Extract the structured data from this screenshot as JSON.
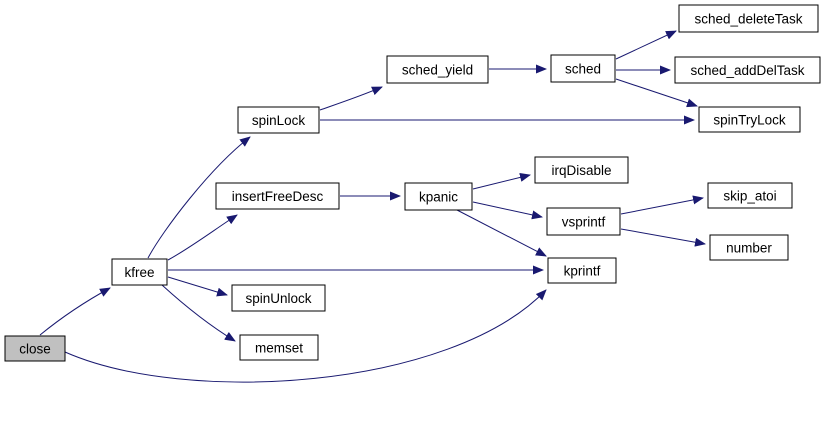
{
  "diagram": {
    "kind": "call-graph",
    "root_function": "close"
  },
  "colors": {
    "background": "#ffffff",
    "edge": "#191970",
    "node_fill": "#ffffff",
    "node_border": "#000000",
    "highlight_fill": "#c0c0c0",
    "text": "#000000"
  },
  "nodes": [
    {
      "id": "close",
      "label": "close",
      "highlighted": true
    },
    {
      "id": "kfree",
      "label": "kfree",
      "highlighted": false
    },
    {
      "id": "spinLock",
      "label": "spinLock",
      "highlighted": false
    },
    {
      "id": "insertFreeDesc",
      "label": "insertFreeDesc",
      "highlighted": false
    },
    {
      "id": "spinUnlock",
      "label": "spinUnlock",
      "highlighted": false
    },
    {
      "id": "memset",
      "label": "memset",
      "highlighted": false
    },
    {
      "id": "sched_yield",
      "label": "sched_yield",
      "highlighted": false
    },
    {
      "id": "sched",
      "label": "sched",
      "highlighted": false
    },
    {
      "id": "kpanic",
      "label": "kpanic",
      "highlighted": false
    },
    {
      "id": "irqDisable",
      "label": "irqDisable",
      "highlighted": false
    },
    {
      "id": "vsprintf",
      "label": "vsprintf",
      "highlighted": false
    },
    {
      "id": "kprintf",
      "label": "kprintf",
      "highlighted": false
    },
    {
      "id": "skip_atoi",
      "label": "skip_atoi",
      "highlighted": false
    },
    {
      "id": "number",
      "label": "number",
      "highlighted": false
    },
    {
      "id": "sched_deleteTask",
      "label": "sched_deleteTask",
      "highlighted": false
    },
    {
      "id": "sched_addDelTask",
      "label": "sched_addDelTask",
      "highlighted": false
    },
    {
      "id": "spinTryLock",
      "label": "spinTryLock",
      "highlighted": false
    }
  ],
  "edges": [
    {
      "from": "close",
      "to": "kfree"
    },
    {
      "from": "close",
      "to": "kprintf"
    },
    {
      "from": "kfree",
      "to": "spinLock"
    },
    {
      "from": "kfree",
      "to": "insertFreeDesc"
    },
    {
      "from": "kfree",
      "to": "kprintf"
    },
    {
      "from": "kfree",
      "to": "spinUnlock"
    },
    {
      "from": "kfree",
      "to": "memset"
    },
    {
      "from": "spinLock",
      "to": "sched_yield"
    },
    {
      "from": "spinLock",
      "to": "spinTryLock"
    },
    {
      "from": "sched_yield",
      "to": "sched"
    },
    {
      "from": "sched",
      "to": "sched_deleteTask"
    },
    {
      "from": "sched",
      "to": "sched_addDelTask"
    },
    {
      "from": "sched",
      "to": "spinTryLock"
    },
    {
      "from": "insertFreeDesc",
      "to": "kpanic"
    },
    {
      "from": "kpanic",
      "to": "irqDisable"
    },
    {
      "from": "kpanic",
      "to": "vsprintf"
    },
    {
      "from": "kpanic",
      "to": "kprintf"
    },
    {
      "from": "vsprintf",
      "to": "skip_atoi"
    },
    {
      "from": "vsprintf",
      "to": "number"
    }
  ]
}
